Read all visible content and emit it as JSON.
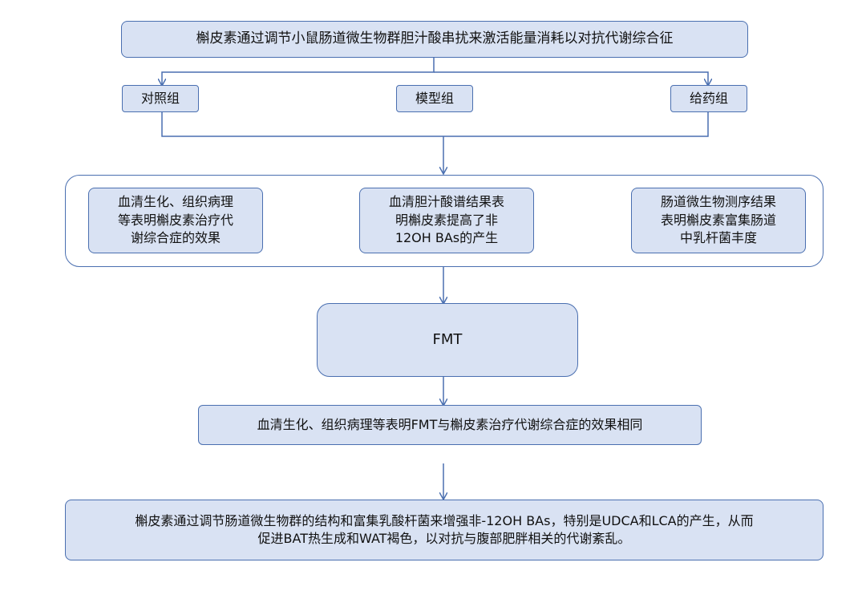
{
  "title": "槲皮素通过调节小鼠肠道微生物群胆汁酸串扰来激活能量消耗以对抗代谢综合征",
  "groups": [
    "对照组",
    "模型组",
    "给药组"
  ],
  "findings": [
    "血清生化、组织病理\n等表明槲皮素治疗代\n谢综合症的效果",
    "血清胆汁酸谱结果表\n明槲皮素提高了非\n12OH BAs的产生",
    "肠道微生物测序结果\n表明槲皮素富集肠道\n中乳杆菌丰度"
  ],
  "fmt": "FMT",
  "fmt_result": "血清生化、组织病理等表明FMT与槲皮素治疗代谢综合症的效果相同",
  "conclusion": "槲皮素通过调节肠道微生物群的结构和富集乳酸杆菌来增强非-12OH BAs，特别是UDCA和LCA的产生，从而\n促进BAT热生成和WAT褐色，以对抗与腹部肥胖相关的代谢紊乱。",
  "colors": {
    "box_fill": "#d9e2f3",
    "border": "#4a6fb0",
    "arrow": "#4a6fb0"
  }
}
